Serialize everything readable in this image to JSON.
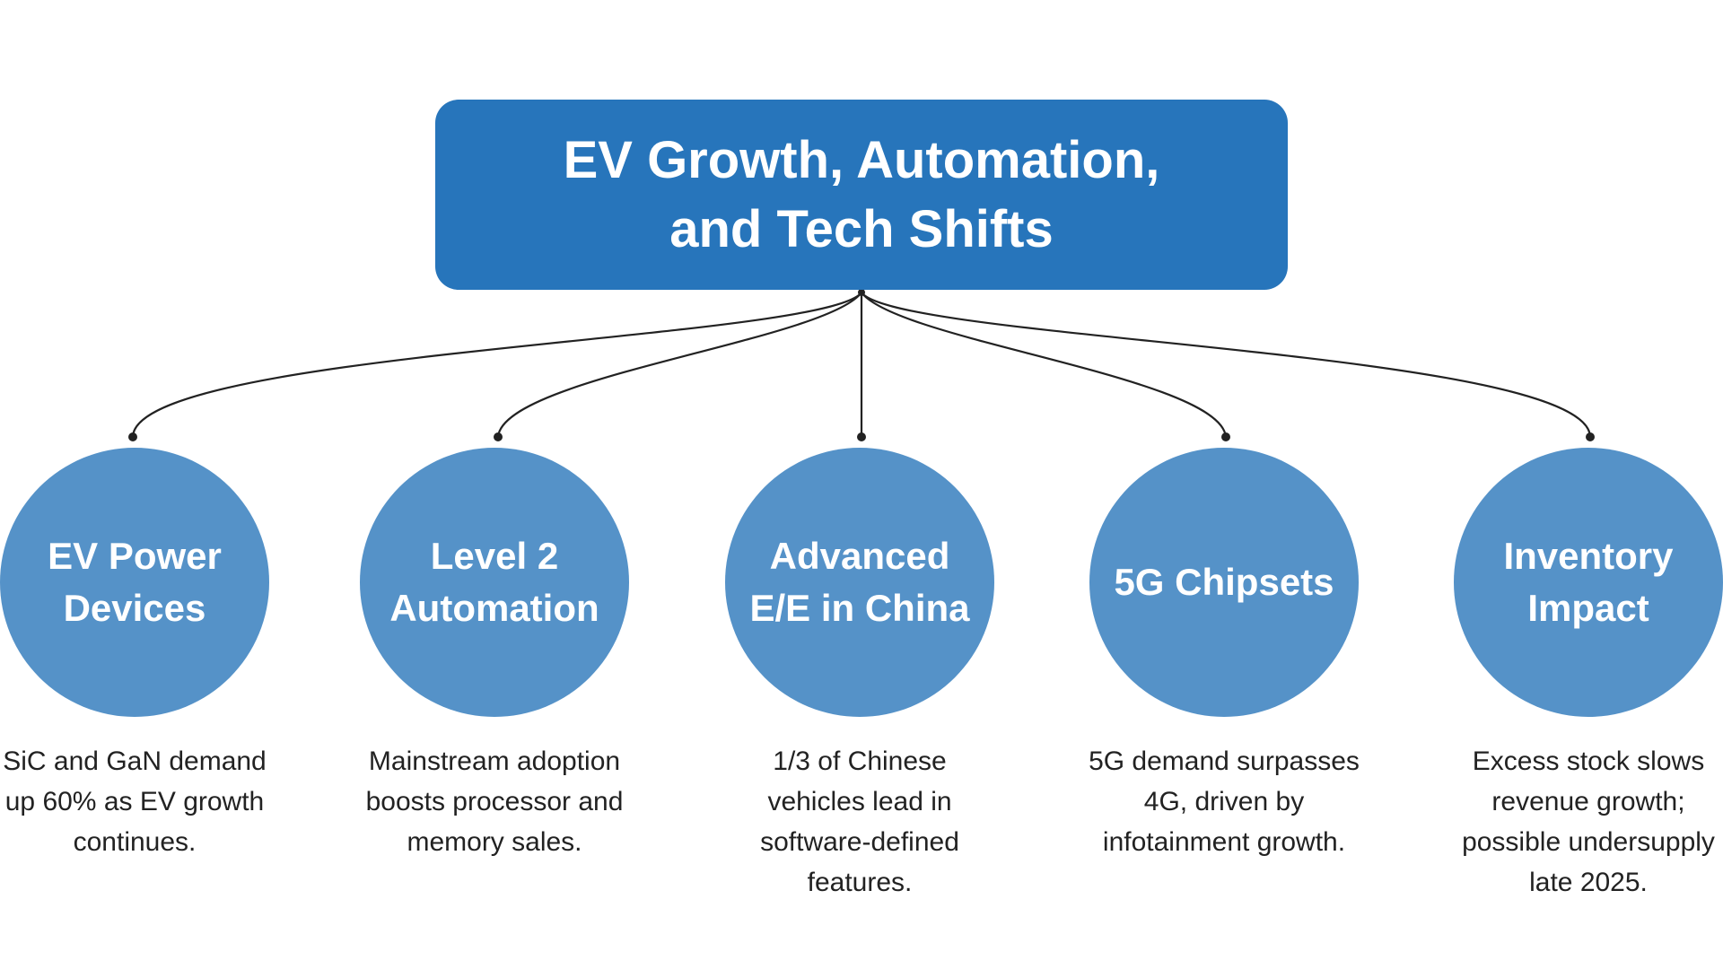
{
  "colors": {
    "root_fill": "#2775bb",
    "node_fill": "#5592c8",
    "connector": "#222222"
  },
  "root": {
    "title": "EV Growth, Automation, and Tech Shifts"
  },
  "nodes": [
    {
      "label": "EV Power Devices",
      "description": "SiC and GaN demand up 60% as EV growth continues."
    },
    {
      "label": "Level 2 Automation",
      "description": "Mainstream adoption boosts processor and memory sales."
    },
    {
      "label": "Advanced E/E in China",
      "description": "1/3 of Chinese vehicles lead in software-defined features."
    },
    {
      "label": "5G Chipsets",
      "description": "5G demand surpasses 4G, driven by infotainment growth."
    },
    {
      "label": "Inventory Impact",
      "description": "Excess stock slows revenue growth; possible undersupply late 2025."
    }
  ]
}
